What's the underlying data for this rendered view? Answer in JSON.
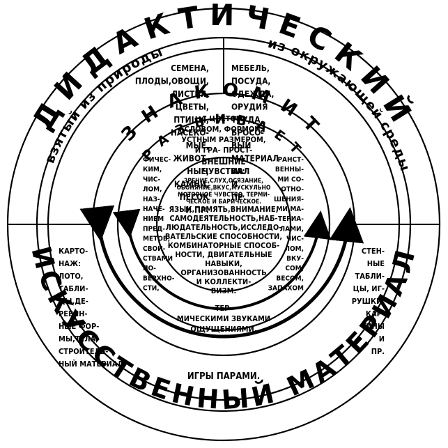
{
  "outer_ring": {
    "top": "ДИДАКТИЧЕСКИЙ",
    "bottom": "ИСКУССТВЕННЫЙ МАТЕРИАЛ"
  },
  "second_ring": {
    "left": "взятый из природы",
    "right": "из окружающей среды"
  },
  "third_ring": {
    "top": "ЗНАКОМИТ",
    "inner": "РАЗВИВАЕТ"
  },
  "nature_lines": [
    "СЕМЕНА,",
    "ПЛОДЫ,ОВОЩИ,",
    "ЛИСТЬЯ,",
    "ЦВЕТЫ,",
    "ПТИЦЫ,",
    "НАСЕКО-",
    "МЫЕ,",
    "ЖИВОТ-",
    "НЫЕ,",
    "КАМНИ,",
    "ПЕСОК",
    "И ПР."
  ],
  "environment_lines": [
    "МЕБЕЛЬ,",
    "ПОСУДА,",
    "ОДЕЖДА,",
    "ОРУДИЯ",
    "ТРУДА,",
    "БРОСО-",
    "ВЫЙ",
    "МАТЕРИАЛ",
    "ИАЛ",
    "И",
    "ПР."
  ],
  "acquaints_lines": [
    "С ЦВЕТОМ,",
    "СЛОВОМ, ФОРМОЙ,",
    "УСТНЫМ РАЗМЕРОМ,",
    "И ГРА- ПРОСТ-"
  ],
  "left_column_lines": [
    "ФИЧЕС-",
    "КИМ,",
    "ЧИС-",
    "ЛОМ,",
    "НАЗ-",
    "НАЧЕ-",
    "НИЕМ",
    "ПРЕД-",
    "МЕТОВ,",
    "СВОЙ-",
    "СТВАМИ",
    "ПО-",
    "ВЕРХНО-",
    "СТИ,"
  ],
  "right_column_lines": [
    "РАНСТ-",
    "ВЕННЫ-",
    "МИ СО-",
    "ОТНО-",
    "ШЕНИЯ-",
    "МИ,МА-",
    "ТЕРИА-",
    "ЛАМИ,",
    "ЧИС-",
    "ЛОМ,",
    "ВКУ-",
    "СОМ,",
    "ВЕСОМ,",
    "ЗАПАХОМ"
  ],
  "bottom_sense_lines": [
    "ТЕР-",
    "МИЧЕСКИМИ ЗВУКАМИ",
    "ОЩУЩЕНИЯМИ."
  ],
  "center": {
    "title_lines": [
      "ВНЕШНИЕ",
      "ЧУВСТВА:"
    ],
    "senses_lines": [
      "ЗРЕНИЕ,СЛУХ,ОСЯЗАНИЕ,",
      "ОБОНЯНИЕ,ВКУС,МУСКУЛЬНО",
      "МОТОРНОЕ ЧУВСТВО, ТЕРМИ-",
      "ЧЕСКОЕ И БАРИЧЕСКОЕ."
    ],
    "abilities_lines": [
      "ЯЗЫК,ПАМЯТЬ,ВНИМАНИЕ,",
      "САМОДЕЯТЕЛЬНОСТЬ,НАБ-",
      "ЛЮДАТЕЛЬНОСТЬ,ИССЛЕДО-",
      "ВАТЕЛЬСКИЕ СПОСОБНОСТИ,",
      "КОМБИНАТОРНЫЕ СПОСОБ-",
      "НОСТИ, ДВИГАТЕЛЬНЫЕ",
      "НАВЫКИ,",
      "ОРГАНИЗОВАННОСТЬ",
      "И КОЛЛЕКТИ-",
      "ВИЗМ."
    ]
  },
  "artificial_left_lines": [
    "КАРТО-",
    "НАЖ:",
    "ЛОТО,",
    "ТАБЛИ-",
    "ЦЫ,ДЕ-",
    "РЕВЯН-",
    "НЫЕ ФОР-",
    "МЫ,ТЕЛА,",
    "СТРОИТЕЛЬ-",
    "НЫЙ МАТЕРИАЛ"
  ],
  "artificial_right_lines": [
    "СТЕН-",
    "НЫЕ",
    "ТАБЛИ-",
    "ЦЫ, ИГ-",
    "РУШКИ,",
    "КАР-",
    "ТИНЫ",
    "И",
    "ПР."
  ],
  "bottom_label": "ИГРЫ ПАРАМИ."
}
